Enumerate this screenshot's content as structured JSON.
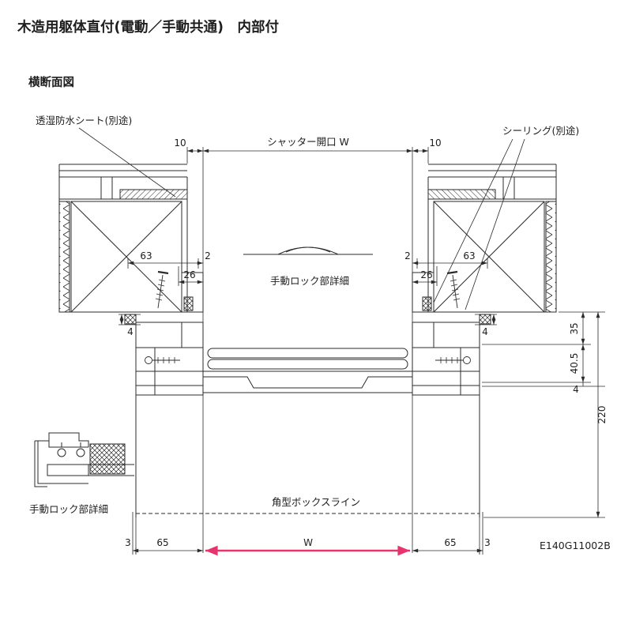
{
  "page": {
    "title": "木造用躯体直付(電動／手動共通)　内部付",
    "section": "横断面図",
    "code": "E140G11002B"
  },
  "callouts": {
    "waterproof_sheet": "透湿防水シート(別途)",
    "sealing": "シーリング(別途)",
    "opening": "シャッター開口 W",
    "lock_detail_center": "手動ロック部詳細",
    "lock_detail_bottom": "手動ロック部詳細",
    "box_line": "角型ボックスライン"
  },
  "dims": {
    "top_left": "10",
    "top_right": "10",
    "left_63": "63",
    "left_2": "2",
    "left_26": "26",
    "left_4": "4",
    "right_2": "2",
    "right_26": "26",
    "right_63": "63",
    "right_4": "4",
    "side_35": "35",
    "side_40_5": "40.5",
    "side_4": "4",
    "side_220": "220",
    "bot_l3": "3",
    "bot_l65": "65",
    "bot_w": "W",
    "bot_r65": "65",
    "bot_r3": "3"
  },
  "colors": {
    "line": "#2b2b2b",
    "accent_pink": "#e8346c",
    "background": "#ffffff"
  }
}
